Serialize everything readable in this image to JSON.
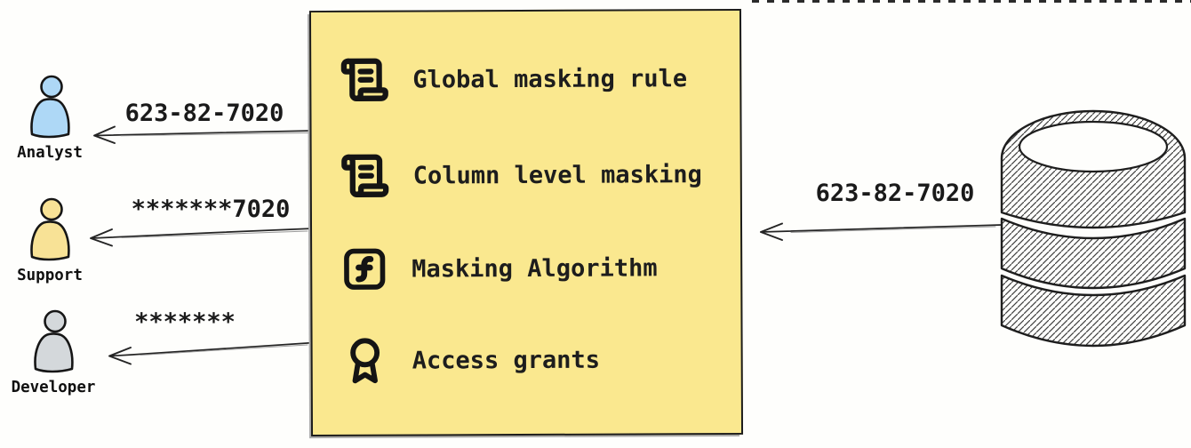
{
  "personas": [
    {
      "name": "Analyst",
      "received_value": "623-82-7020",
      "fill_color": "#aed8f6"
    },
    {
      "name": "Support",
      "received_value": "*******7020",
      "fill_color": "#f8e296"
    },
    {
      "name": "Developer",
      "received_value": "*******",
      "fill_color": "#d4d8db"
    }
  ],
  "masking_box": {
    "fill_color": "#fae88f",
    "border_color": "#1c1c1c",
    "items": [
      {
        "icon": "scroll-text-icon",
        "label": "Global masking rule"
      },
      {
        "icon": "scroll-text-icon",
        "label": "Column level masking"
      },
      {
        "icon": "function-square-icon",
        "label": "Masking Algorithm"
      },
      {
        "icon": "award-icon",
        "label": "Access grants"
      }
    ]
  },
  "database_flow": {
    "value": "623-82-7020"
  }
}
